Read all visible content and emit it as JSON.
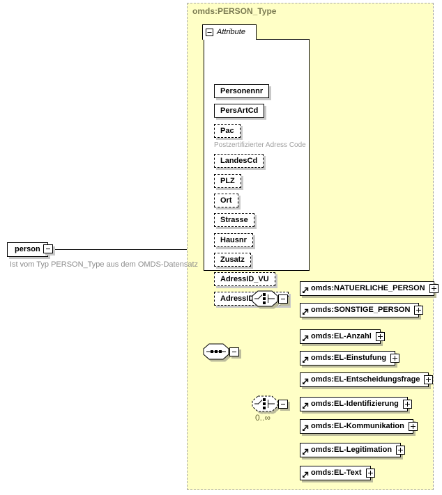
{
  "person": {
    "label": "person",
    "annotation": "Ist vom Typ PERSON_Type aus dem OMDS-Datensatz"
  },
  "type": {
    "title": "omds:PERSON_Type"
  },
  "attributes": {
    "section_label": "Attribute",
    "items": [
      {
        "name": "Personennr",
        "optional": false
      },
      {
        "name": "PersArtCd",
        "optional": false
      },
      {
        "name": "Pac",
        "optional": true,
        "note": "Postzertifizierter Adress Code"
      },
      {
        "name": "LandesCd",
        "optional": true
      },
      {
        "name": "PLZ",
        "optional": true
      },
      {
        "name": "Ort",
        "optional": true
      },
      {
        "name": "Strasse",
        "optional": true
      },
      {
        "name": "Hausnr",
        "optional": true
      },
      {
        "name": "Zusatz",
        "optional": true
      },
      {
        "name": "AdressID_VU",
        "optional": true
      },
      {
        "name": "AdressID_Makler",
        "optional": true
      }
    ]
  },
  "choice_person": {
    "items": [
      "omds:NATUERLICHE_PERSON",
      "omds:SONSTIGE_PERSON"
    ]
  },
  "choice_el": {
    "occurrence": "0..∞",
    "items": [
      "omds:EL-Anzahl",
      "omds:EL-Einstufung",
      "omds:EL-Entscheidungsfrage",
      "omds:EL-Identifizierung",
      "omds:EL-Kommunikation",
      "omds:EL-Legitimation",
      "omds:EL-Text"
    ]
  },
  "colors": {
    "type_box_bg": "#FFFFC6",
    "type_box_border": "#A6A6A6",
    "type_title": "#7B7B52",
    "occurrence_label": "#666633",
    "annotation_gray": "#8C8C8C",
    "note_gray": "#A0A0A0",
    "shadow_yellow": "#BCBC9C",
    "shadow_gray": "#C8C8C8"
  }
}
